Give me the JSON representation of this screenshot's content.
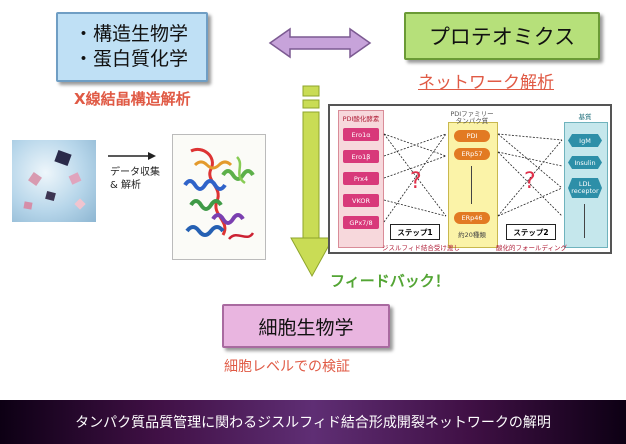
{
  "structural_box": {
    "lines": [
      "・構造生物学",
      "・蛋白質化学"
    ]
  },
  "proteomics_box": {
    "label": "プロテオミクス"
  },
  "cell_box": {
    "label": "細胞生物学"
  },
  "labels": {
    "xray": "X線結晶構造解析",
    "network": "ネットワーク解析",
    "cell_verify": "細胞レベルでの検証",
    "feedback": "フィードバック！",
    "data_collection": [
      "データ収集",
      "& 解析"
    ]
  },
  "network_panel": {
    "left_header": "PDI酸化酵素",
    "left_items": [
      "Ero1α",
      "Ero1β",
      "Prx4",
      "VKOR",
      "GPx7/8"
    ],
    "mid_header": [
      "PDIファミリー",
      "タンパク質"
    ],
    "mid_items": [
      "PDI",
      "ERp57",
      "ERp46"
    ],
    "mid_count": "約20種類",
    "right_header": "基質",
    "right_items": [
      "IgM",
      "Insulin",
      "LDL receptor"
    ],
    "step1": "ステップ1",
    "step2": "ステップ2",
    "left_caption": "ジスルフィド結合受け渡し",
    "right_caption": "酸化的フォールディング"
  },
  "bottom_banner": "タンパク質品質管理に関わるジスルフィド結合形成開裂ネットワークの解明",
  "colors": {
    "structural_box": "#bfe0f5",
    "proteomics_box": "#b6e07a",
    "cell_box": "#e9b5e0",
    "red_text": "#e05a45",
    "feedback_text": "#53a534",
    "double_arrow": "#c7a3da",
    "down_arrow": "#c9dc55"
  }
}
